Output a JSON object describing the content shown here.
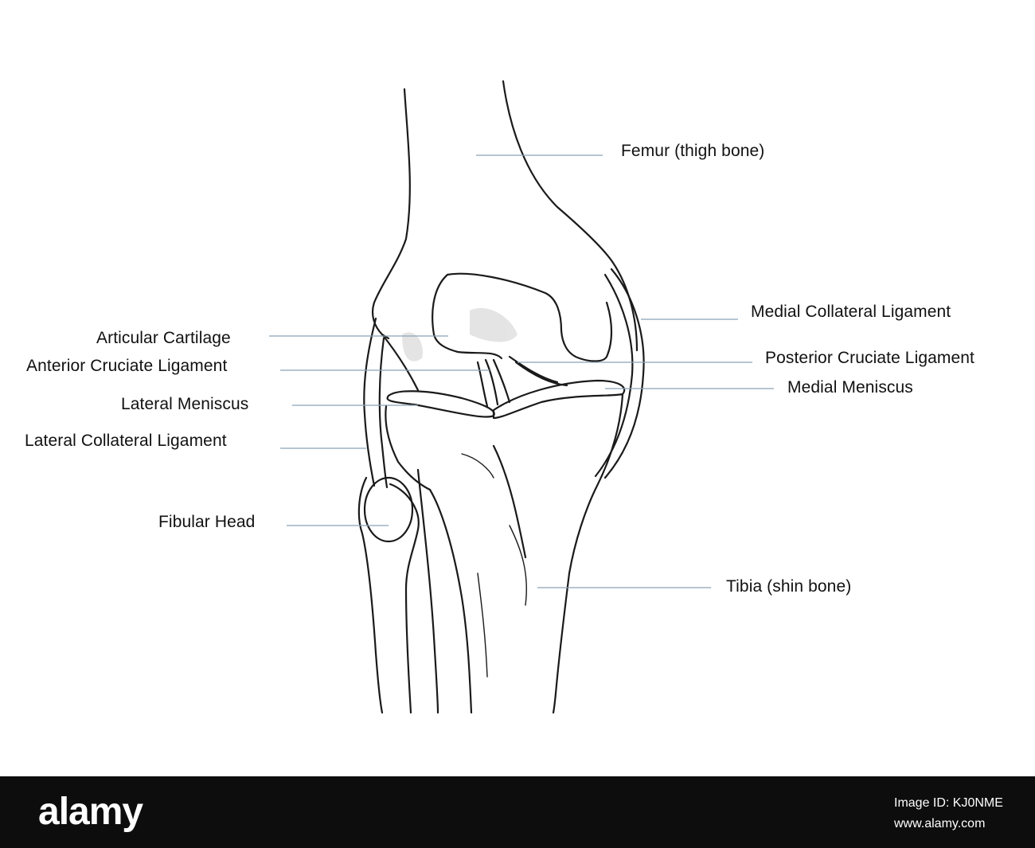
{
  "labels": {
    "femur": "Femur (thigh bone)",
    "articular_cartilage": "Articular Cartilage",
    "anterior_cruciate_ligament": "Anterior Cruciate Ligament",
    "lateral_meniscus": "Lateral Meniscus",
    "lateral_collateral_ligament": "Lateral Collateral Ligament",
    "fibular_head": "Fibular Head",
    "medial_collateral_ligament": "Medial Collateral Ligament",
    "posterior_cruciate_ligament": "Posterior Cruciate Ligament",
    "medial_meniscus": "Medial Meniscus",
    "tibia": "Tibia (shin bone)"
  },
  "footer": {
    "logo": "alamy",
    "image_id": "Image ID: KJ0NME",
    "url": "www.alamy.com"
  },
  "colors": {
    "background": "#ffffff",
    "leader_line": "#8aa2b4",
    "outline": "#1a1a1a",
    "footer_bg": "#0d0d0d"
  }
}
